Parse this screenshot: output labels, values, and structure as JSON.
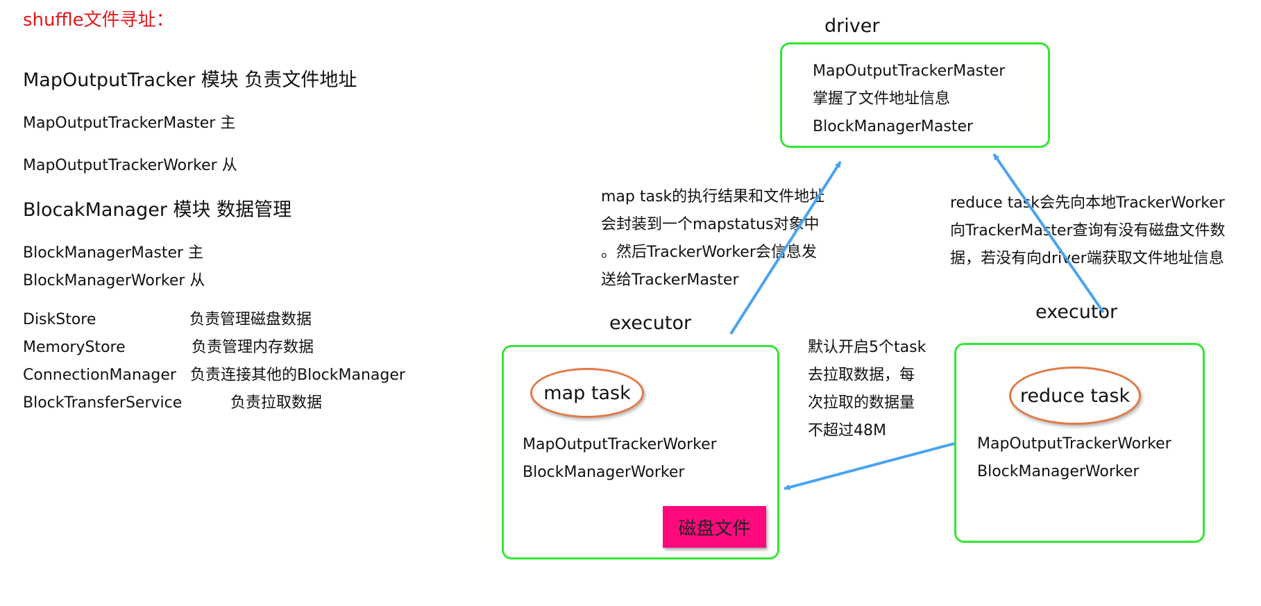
{
  "left_panel": {
    "title": "shuffle文件寻址：",
    "map_output_tracker_heading": "MapOutputTracker 模块 负责文件地址",
    "map_output_tracker_master": "MapOutputTrackerMaster  主",
    "map_output_tracker_worker": "MapOutputTrackerWorker 从",
    "block_manager_heading": "BlocakManager 模块 数据管理",
    "block_manager_master": "BlockManagerMaster 主",
    "block_manager_worker": "BlockManagerWorker 从",
    "components": [
      {
        "name": "DiskStore",
        "desc": "负责管理磁盘数据"
      },
      {
        "name": "MemoryStore",
        "desc": "负责管理内存数据"
      },
      {
        "name": "ConnectionManager",
        "desc": "负责连接其他的BlockManager"
      },
      {
        "name": "BlockTransferService",
        "desc": "负责拉取数据"
      }
    ]
  },
  "driver": {
    "label": "driver",
    "lines": [
      "MapOutputTrackerMaster",
      "掌握了文件地址信息",
      "BlockManagerMaster"
    ]
  },
  "map_note": {
    "lines": [
      "map task的执行结果和文件地址",
      "会封装到一个mapstatus对象中",
      "。然后TrackerWorker会信息发",
      "送给TrackerMaster"
    ]
  },
  "reduce_note": {
    "lines": [
      "reduce task会先向本地TrackerWorker",
      "向TrackerMaster查询有没有磁盘文件数",
      "据，若没有向driver端获取文件地址信息"
    ]
  },
  "fetch_note": {
    "lines": [
      "默认开启5个task",
      "去拉取数据，每",
      "次拉取的数据量",
      "不超过48M"
    ]
  },
  "executor_map": {
    "label": "executor",
    "task": "map task",
    "lines": [
      "MapOutputTrackerWorker",
      "BlockManagerWorker"
    ],
    "disk_file": "磁盘文件"
  },
  "executor_reduce": {
    "label": "executor",
    "task": "reduce task",
    "lines": [
      "MapOutputTrackerWorker",
      "BlockManagerWorker"
    ]
  },
  "colors": {
    "title": "#e0181b",
    "box_border": "#33e633",
    "ellipse_border": "#e07a45",
    "arrow": "#4aa3f0",
    "disk_fill": "#ff0a7e"
  }
}
